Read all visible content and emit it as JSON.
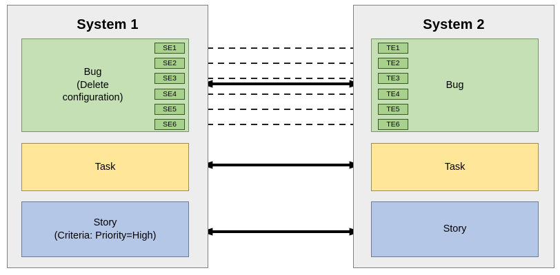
{
  "diagram": {
    "title_left": "System 1",
    "title_right": "System 2",
    "colors": {
      "panel_bg": "#ededed",
      "panel_border": "#808080",
      "bug_fill": "#c5e0b4",
      "task_fill": "#ffe699",
      "story_fill": "#b4c7e7",
      "chip_fill": "#a9d18e",
      "chip_border": "#385723",
      "connector": "#000000"
    }
  },
  "system1": {
    "title": "System 1",
    "bug": {
      "label": "Bug\n(Delete\nconfiguration)"
    },
    "task": {
      "label": "Task"
    },
    "story": {
      "label": "Story\n(Criteria: Priority=High)"
    },
    "endpoints": [
      {
        "id": "SE1",
        "label": "SE1"
      },
      {
        "id": "SE2",
        "label": "SE2"
      },
      {
        "id": "SE3",
        "label": "SE3"
      },
      {
        "id": "SE4",
        "label": "SE4"
      },
      {
        "id": "SE5",
        "label": "SE5"
      },
      {
        "id": "SE6",
        "label": "SE6"
      }
    ]
  },
  "system2": {
    "title": "System 2",
    "bug": {
      "label": "Bug"
    },
    "task": {
      "label": "Task"
    },
    "story": {
      "label": "Story"
    },
    "endpoints": [
      {
        "id": "TE1",
        "label": "TE1"
      },
      {
        "id": "TE2",
        "label": "TE2"
      },
      {
        "id": "TE3",
        "label": "TE3"
      },
      {
        "id": "TE4",
        "label": "TE4"
      },
      {
        "id": "TE5",
        "label": "TE5"
      },
      {
        "id": "TE6",
        "label": "TE6"
      }
    ]
  },
  "connections": [
    {
      "from": "SE1",
      "to": "TE1",
      "style": "dashed",
      "direction": "forward"
    },
    {
      "from": "SE2",
      "to": "TE2",
      "style": "dashed",
      "direction": "forward"
    },
    {
      "from": "SE3",
      "to": "TE3",
      "style": "dashed",
      "direction": "forward"
    },
    {
      "from": "SE4",
      "to": "TE4",
      "style": "dashed",
      "direction": "forward"
    },
    {
      "from": "SE5",
      "to": "TE5",
      "style": "dashed",
      "direction": "forward"
    },
    {
      "from": "SE6",
      "to": "TE6",
      "style": "dashed",
      "direction": "forward"
    },
    {
      "from": "Bug",
      "to": "Bug",
      "style": "solid",
      "direction": "both"
    },
    {
      "from": "Task",
      "to": "Task",
      "style": "solid",
      "direction": "both"
    },
    {
      "from": "Story",
      "to": "Story",
      "style": "solid",
      "direction": "both"
    }
  ]
}
